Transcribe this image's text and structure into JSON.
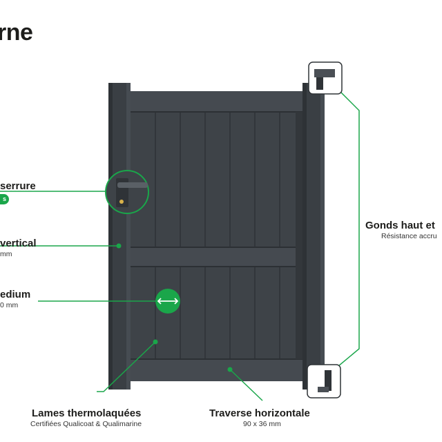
{
  "title": "rne",
  "callouts": {
    "lock": {
      "label": "serrure",
      "badge": "s"
    },
    "vertical": {
      "label": "vertical",
      "sub": "mm"
    },
    "medium": {
      "label": "edium",
      "sub": "0 mm"
    },
    "hinges": {
      "label": "Gonds haut et",
      "sub": "Résistance accru"
    },
    "slats": {
      "label": "Lames thermolaquées",
      "sub": "Certifiées Qualicoat & Qualimarine"
    },
    "rail": {
      "label": "Traverse horizontale",
      "sub": "90 x 36 mm"
    }
  },
  "colors": {
    "accent": "#1aa64a",
    "gate": "#3b4045",
    "text": "#1d1d1b"
  },
  "icons": [
    "door-handle-icon",
    "keyhole-icon",
    "double-arrow-icon",
    "hinge-top-icon",
    "hinge-bottom-icon"
  ]
}
